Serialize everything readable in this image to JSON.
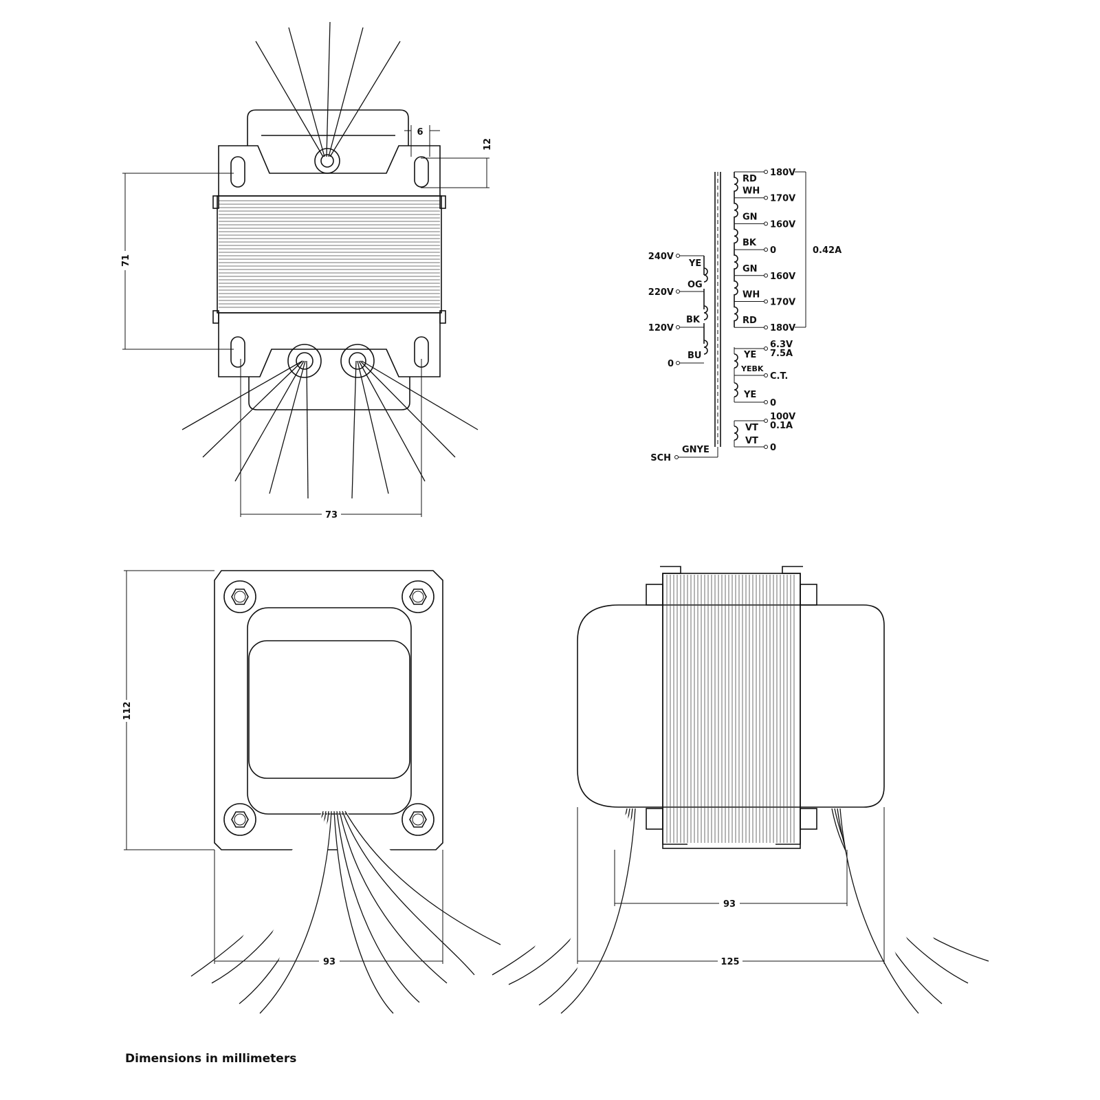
{
  "dimensions": {
    "top_width": "73",
    "top_height": "71",
    "slot_width": "6",
    "slot_offset": "12",
    "front_height": "112",
    "front_width": "93",
    "side_inner": "93",
    "side_outer": "125"
  },
  "schematic": {
    "primary": [
      {
        "voltage": "240V",
        "wire": "YE"
      },
      {
        "voltage": "220V",
        "wire": "OG"
      },
      {
        "voltage": "120V",
        "wire": "BK"
      },
      {
        "voltage": "0",
        "wire": "BU"
      }
    ],
    "hv_secondary": [
      {
        "wire": "RD",
        "voltage": "180V"
      },
      {
        "wire": "WH",
        "voltage": "170V"
      },
      {
        "wire": "GN",
        "voltage": "160V"
      },
      {
        "wire": "BK",
        "voltage": "0"
      },
      {
        "wire": "GN",
        "voltage": "160V"
      },
      {
        "wire": "WH",
        "voltage": "170V"
      },
      {
        "wire": "RD",
        "voltage": "180V"
      }
    ],
    "hv_current": "0.42A",
    "heater": [
      {
        "wire": "YE",
        "voltage": "6.3V",
        "current": "7.5A"
      },
      {
        "wire": "YEBK",
        "voltage": "C.T."
      },
      {
        "wire": "YE",
        "voltage": "0"
      }
    ],
    "bias": [
      {
        "wire": "VT",
        "voltage": "100V",
        "current": "0.1A"
      },
      {
        "wire": "VT",
        "voltage": "0"
      }
    ],
    "shield": {
      "label": "SCH",
      "wire": "GNYE"
    }
  },
  "footer": {
    "note": "Dimensions in millimeters"
  }
}
